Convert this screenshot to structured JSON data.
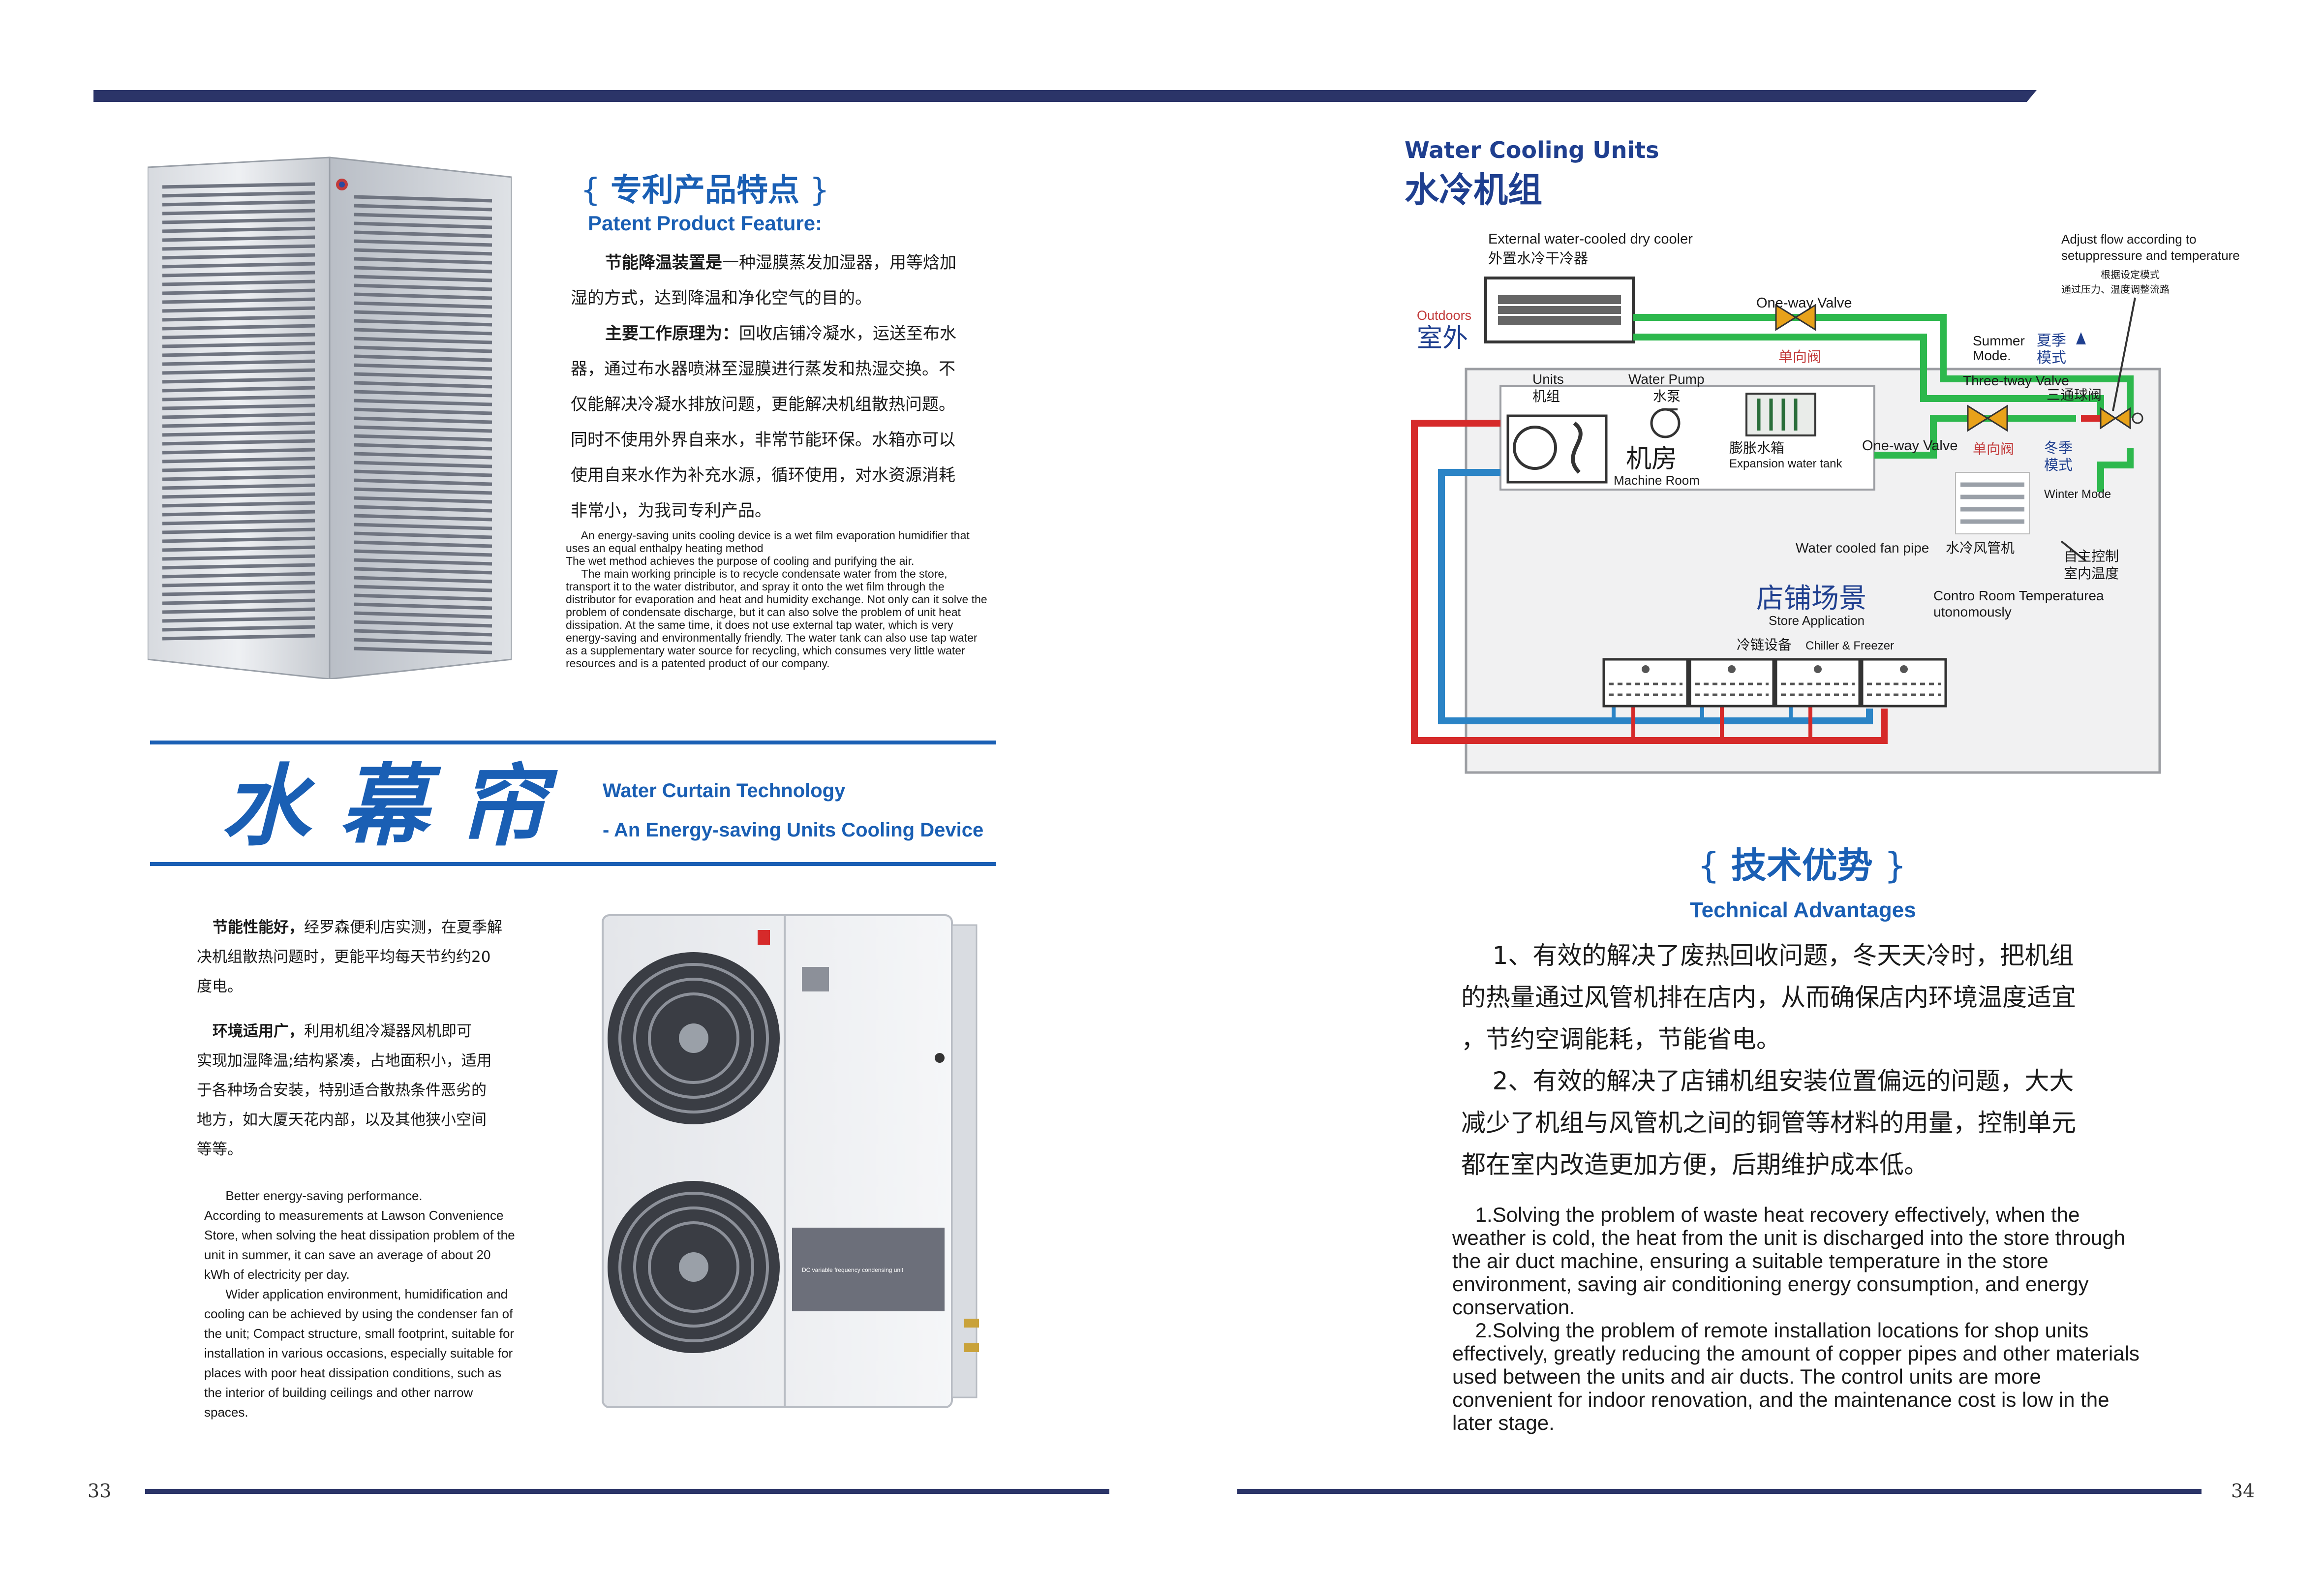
{
  "page": {
    "left_number": "33",
    "right_number": "34"
  },
  "left": {
    "patent": {
      "title_cn": "专利产品特点",
      "title_en": "Patent Product Feature:",
      "para_cn": [
        {
          "bold": "节能降温装置是",
          "text": "一种湿膜蒸发加湿器，用等焓加"
        },
        {
          "bold": "",
          "text": "湿的方式，达到降温和净化空气的目的。"
        },
        {
          "bold": "主要工作原理为：",
          "text": "回收店铺冷凝水，运送至布水"
        },
        {
          "bold": "",
          "text": "器，通过布水器喷淋至湿膜进行蒸发和热湿交换。不"
        },
        {
          "bold": "",
          "text": "仅能解决冷凝水排放问题，更能解决机组散热问题。"
        },
        {
          "bold": "",
          "text": "同时不使用外界自来水，非常节能环保。水箱亦可以"
        },
        {
          "bold": "",
          "text": "使用自来水作为补充水源，循环使用，对水资源消耗"
        },
        {
          "bold": "",
          "text": "非常小，为我司专利产品。"
        }
      ],
      "para_en": [
        "     An energy-saving units cooling device is a wet film evaporation humidifier that",
        "uses an equal enthalpy heating method",
        "The wet method achieves the purpose of cooling and purifying the air.",
        "     The main working principle is to recycle condensate water from the store,",
        "transport it to the water distributor, and spray it onto the wet film through the",
        "distributor for evaporation and heat and humidity exchange. Not only can it solve the",
        "problem of condensate discharge, but it can also solve the problem of unit heat",
        "dissipation. At the same time, it does not use external tap water, which is very",
        "energy-saving and environmentally friendly. The water tank can also use tap water",
        "as a supplementary water source for recycling, which consumes very little water",
        "resources and is a patented product of our company."
      ]
    },
    "curtain": {
      "title_cn": "水幕帘",
      "line1": "Water Curtain Technology",
      "line2": "- An Energy-saving Units Cooling Device"
    },
    "benefits": {
      "para_cn": [
        {
          "bold": "节能性能好，",
          "text": "经罗森便利店实测，在夏季解"
        },
        {
          "bold": "",
          "text": "决机组散热问题时，更能平均每天节约约20"
        },
        {
          "bold": "",
          "text": "度电。"
        },
        {
          "bold": "",
          "text": ""
        },
        {
          "bold": "环境适用广，",
          "text": "利用机组冷凝器风机即可"
        },
        {
          "bold": "",
          "text": "实现加湿降温;结构紧凑，占地面积小，适用"
        },
        {
          "bold": "",
          "text": "于各种场合安装，特别适合散热条件恶劣的"
        },
        {
          "bold": "",
          "text": "地方，如大厦天花内部，以及其他狭小空间"
        },
        {
          "bold": "",
          "text": "等等。"
        }
      ],
      "para_en": [
        "      Better energy-saving performance.",
        "According to measurements at Lawson Convenience",
        "Store, when solving the heat dissipation problem of the",
        "unit in summer, it can save an average of about 20",
        "kWh of electricity per day.",
        "      Wider application environment, humidification and",
        "cooling can be achieved by using the condenser fan of",
        "the unit; Compact structure, small footprint, suitable for",
        "installation in various occasions, especially suitable for",
        "places with poor heat dissipation conditions, such as",
        "the interior of building ceilings and other narrow",
        "spaces."
      ],
      "unit_label": "DC variable frequency condensing unit"
    }
  },
  "right": {
    "header": {
      "title_en": "Water Cooling Units",
      "title_cn": "水冷机组"
    },
    "diagram": {
      "dry_cooler_en": "External water-cooled dry cooler",
      "dry_cooler_cn": "外置水冷干冷器",
      "outdoors_en": "Outdoors",
      "outdoors_cn": "室外",
      "oneway1_en": "One-way Valve",
      "oneway1_cn": "单向阀",
      "adjust_en1": "Adjust flow according to",
      "adjust_en2": "setuppressure and temperature",
      "adjust_cn1": "根据设定模式",
      "adjust_cn2": "通过压力、温度调整流路",
      "summer_en1": "Summer",
      "summer_en2": "Mode.",
      "summer_cn1": "夏季",
      "summer_cn2": "模式",
      "threeway_en": "Three-tway Valve",
      "threeway_cn": "三通球阀",
      "units_en": "Units",
      "units_cn": "机组",
      "pump_en": "Water Pump",
      "pump_cn": "水泵",
      "room_cn": "机房",
      "room_en": "Machine Room",
      "tank_cn": "膨胀水箱",
      "tank_en": "Expansion water tank",
      "oneway2_en": "One-way Valve",
      "oneway2_cn": "单向阀",
      "winter_cn1": "冬季",
      "winter_cn2": "模式",
      "winter_en": "Winter Mode",
      "fanpipe_en": "Water cooled fan pipe",
      "fanpipe_cn": "水冷风管机",
      "auto_cn1": "自主控制",
      "auto_cn2": "室内温度",
      "store_cn": "店铺场景",
      "store_en": "Store Application",
      "control_en1": "Contro Room Temperaturea",
      "control_en2": "utonomously",
      "chiller_cn": "冷链设备",
      "chiller_en": "Chiller & Freezer"
    },
    "advantages": {
      "title_cn": "技术优势",
      "title_en": "Technical Advantages",
      "para_cn": [
        "    1、有效的解决了废热回收问题，冬天天冷时，把机组",
        "的热量通过风管机排在店内，从而确保店内环境温度适宜",
        "，节约空调能耗，节能省电。",
        "    2、有效的解决了店铺机组安装位置偏远的问题，大大",
        "减少了机组与风管机之间的铜管等材料的用量，控制单元",
        "都在室内改造更加方便，后期维护成本低。"
      ],
      "para_en": [
        "    1.Solving the problem of waste heat recovery effectively, when the",
        "weather is cold, the heat from the unit is discharged into the store through",
        "the air duct machine, ensuring a suitable temperature in the store",
        "environment, saving air conditioning energy consumption, and energy",
        "conservation.",
        "    2.Solving the problem of remote installation locations for shop units",
        "effectively, greatly reducing the amount of copper pipes and other materials",
        "used between the units and air ducts. The control units are more",
        "convenient for indoor renovation, and the maintenance cost is low in the",
        "later stage."
      ]
    }
  },
  "colors": {
    "navy": "#2b3468",
    "accent_blue": "#1a5fb4",
    "pipe_green": "#2db84d",
    "pipe_red": "#d62a2a",
    "pipe_blue": "#2b84c6"
  }
}
